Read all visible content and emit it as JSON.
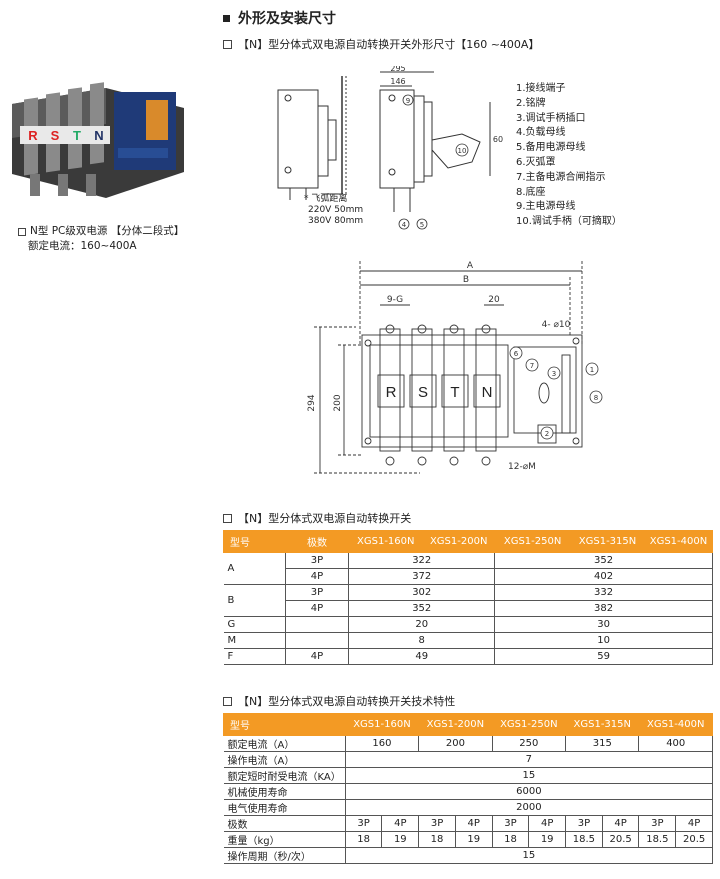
{
  "section_title": "外形及安装尺寸",
  "diagram_title": "【N】型分体式双电源自动转换开关外形尺寸【160 ~400A】",
  "product": {
    "photo_letters": [
      "R",
      "S",
      "T",
      "N"
    ],
    "caption_line1": "N型 PC级双电源 【分体二段式】",
    "caption_line2": "额定电流：160~400A"
  },
  "side_view": {
    "dim_295": "295",
    "dim_146": "146",
    "dim_60": "60",
    "arc_note_title": "* 飞弧距离",
    "arc_note_1": "220V   50mm",
    "arc_note_2": "380V   80mm",
    "callouts": [
      "4",
      "5",
      "9",
      "10"
    ]
  },
  "legend": [
    "1.接线端子",
    "2.铭牌",
    "3.调试手柄插口",
    "4.负载母线",
    "5.备用电源母线",
    "6.灭弧罩",
    "7.主备电源合闸指示",
    "8.底座",
    "9.主电源母线",
    "10.调试手柄（可摘取）"
  ],
  "front_view": {
    "dim_A": "A",
    "dim_B": "B",
    "dim_9G": "9-G",
    "dim_20": "20",
    "dim_holes": "4- ⌀10",
    "dim_294": "294",
    "dim_200": "200",
    "dim_12M": "12-⌀M",
    "letters": [
      "R",
      "S",
      "T",
      "N"
    ],
    "callouts": [
      "1",
      "2",
      "3",
      "6",
      "7",
      "8"
    ]
  },
  "table1": {
    "title": "【N】型分体式双电源自动转换开关",
    "header": [
      "型号",
      "极数",
      "XGS1-160N",
      "XGS1-200N",
      "XGS1-250N",
      "XGS1-315N",
      "XGS1-400N"
    ],
    "rows": {
      "A": {
        "label": "A",
        "p3": "3P",
        "p4": "4P",
        "v3a": "322",
        "v3b": "352",
        "v4a": "372",
        "v4b": "402"
      },
      "B": {
        "label": "B",
        "p3": "3P",
        "p4": "4P",
        "v3a": "302",
        "v3b": "332",
        "v4a": "352",
        "v4b": "382"
      },
      "G": {
        "label": "G",
        "va": "20",
        "vb": "30"
      },
      "M": {
        "label": "M",
        "va": "8",
        "vb": "10"
      },
      "F": {
        "label": "F",
        "p4": "4P",
        "va": "49",
        "vb": "59"
      }
    }
  },
  "table2": {
    "title": "【N】型分体式双电源自动转换开关技术特性",
    "header": [
      "型号",
      "XGS1-160N",
      "XGS1-200N",
      "XGS1-250N",
      "XGS1-315N",
      "XGS1-400N"
    ],
    "rated_current": {
      "label": "额定电流（A）",
      "values": [
        "160",
        "200",
        "250",
        "315",
        "400"
      ]
    },
    "operating_current": {
      "label": "操作电流（A）",
      "value": "7"
    },
    "short_time": {
      "label": "额定短时耐受电流（KA）",
      "value": "15"
    },
    "mech_life": {
      "label": "机械使用寿命",
      "value": "6000"
    },
    "elec_life": {
      "label": "电气使用寿命",
      "value": "2000"
    },
    "poles": {
      "label": "极数",
      "values": [
        "3P",
        "4P",
        "3P",
        "4P",
        "3P",
        "4P",
        "3P",
        "4P",
        "3P",
        "4P"
      ]
    },
    "weight": {
      "label": "重量（kg）",
      "values": [
        "18",
        "19",
        "18",
        "19",
        "18",
        "19",
        "18.5",
        "20.5",
        "18.5",
        "20.5"
      ]
    },
    "cycle": {
      "label": "操作周期（秒/次）",
      "value": "15"
    }
  }
}
